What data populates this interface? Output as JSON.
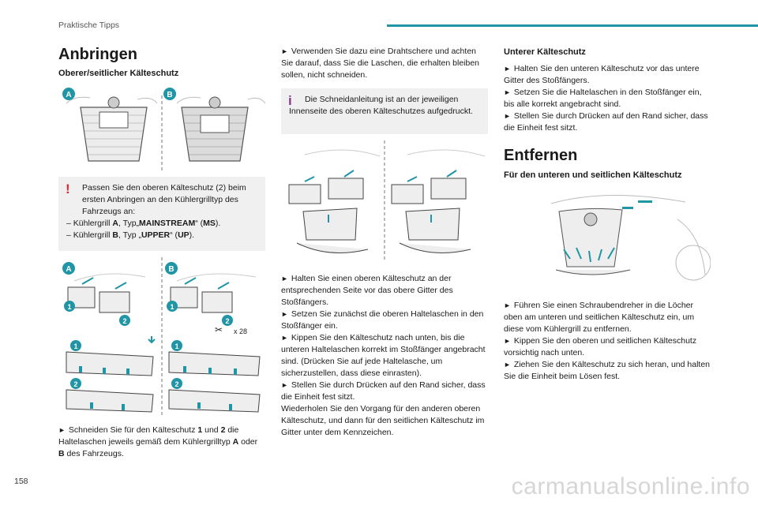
{
  "header": {
    "section": "Praktische Tipps"
  },
  "page_number": "158",
  "watermark": "carmanualsonline.info",
  "col1": {
    "title": "Anbringen",
    "subtitle": "Oberer/seitlicher Kälteschutz",
    "fig_labels": [
      "A",
      "B",
      "A",
      "B",
      "1",
      "2",
      "1",
      "2",
      "1",
      "2",
      "1",
      "2",
      "x 28"
    ],
    "warning": {
      "line1": "Passen Sie den oberen Kälteschutz (2) beim ersten Anbringen an den Kühlergrilltyp des Fahrzeugs an:",
      "item1_pre": "–  Kühlergrill ",
      "item1_a": "A",
      "item1_mid": ", Typ„",
      "item1_b": "MAINSTREAM",
      "item1_end": "“ (",
      "item1_c": "MS",
      "item1_close": ").",
      "item2_pre": "–  Kühlergrill ",
      "item2_a": "B",
      "item2_mid": ", Typ „",
      "item2_b": "UPPER",
      "item2_end": "“ (",
      "item2_c": "UP",
      "item2_close": ")."
    },
    "bottom": {
      "pre": "Schneiden Sie für den Kälteschutz ",
      "n1": "1",
      "mid": " und ",
      "n2": "2",
      "post": " die Haltelaschen jeweils gemäß dem Kühlergrilltyp ",
      "a": "A",
      "or": " oder ",
      "b": "B",
      "end": " des Fahrzeugs."
    }
  },
  "col2": {
    "intro": "Verwenden Sie dazu eine Drahtschere und achten Sie darauf, dass Sie die Laschen, die erhalten bleiben sollen, nicht schneiden.",
    "info": "Die Schneidanleitung ist an der jeweiligen Innenseite des oberen Kälteschutzes aufgedruckt.",
    "steps": [
      "Halten Sie einen oberen Kälteschutz an der entsprechenden Seite vor das obere Gitter des Stoßfängers.",
      "Setzen Sie zunächst die oberen Haltelaschen in den Stoßfänger ein.",
      "Kippen Sie den Kälteschutz nach unten, bis die unteren Haltelaschen korrekt im Stoßfänger angebracht sind. (Drücken Sie auf jede Haltelasche, um sicherzustellen, dass diese einrasten).",
      "Stellen Sie durch Drücken auf den Rand sicher, dass die Einheit fest sitzt."
    ],
    "repeat": "Wiederholen Sie den Vorgang für den anderen oberen Kälteschutz, und dann für den seitlichen Kälteschutz im Gitter unter dem Kennzeichen."
  },
  "col3": {
    "subtitle1": "Unterer Kälteschutz",
    "steps1": [
      "Halten Sie den unteren Kälteschutz vor das untere Gitter des Stoßfängers.",
      "Setzen Sie die Haltelaschen in den Stoßfänger ein, bis alle korrekt angebracht sind.",
      "Stellen Sie durch Drücken auf den Rand sicher, dass die Einheit fest sitzt."
    ],
    "title2": "Entfernen",
    "subtitle2": "Für den unteren und seitlichen Kälteschutz",
    "steps2": [
      "Führen Sie einen Schraubendreher in die Löcher oben am unteren und seitlichen Kälteschutz ein, um diese vom Kühlergrill zu entfernen.",
      "Kippen Sie den oberen und seitlichen Kälteschutz vorsichtig nach unten.",
      "Ziehen Sie den Kälteschutz zu sich heran, und halten Sie die Einheit beim Lösen fest."
    ]
  },
  "arrow": "►"
}
